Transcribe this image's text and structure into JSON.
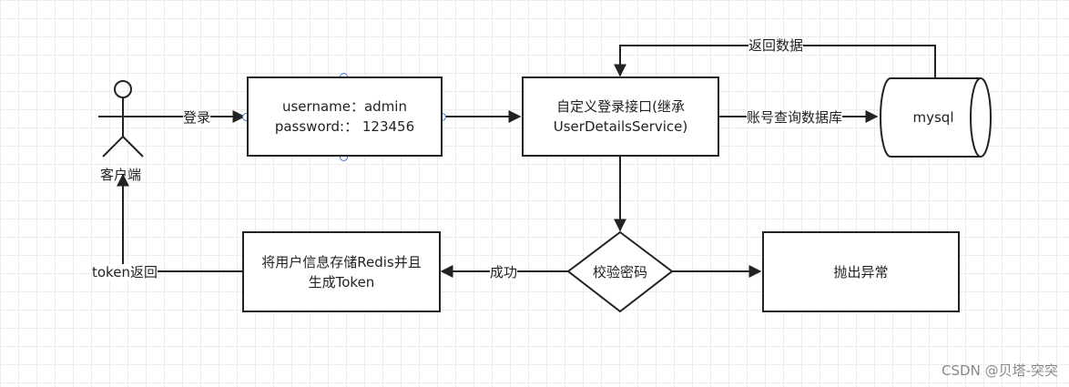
{
  "nodes": {
    "actor": "客户端",
    "credentials_line1": "username：admin",
    "credentials_line2": "password:： 123456",
    "login_api_line1": "自定义登录接口(继承",
    "login_api_line2": "UserDetailsService)",
    "mysql": "mysql",
    "check_password": "校验密码",
    "throw_exception": "抛出异常",
    "store_redis_line1": "将用户信息存储Redis并且",
    "store_redis_line2": "生成Token"
  },
  "edges": {
    "login": "登录",
    "query_db": "账号查询数据库",
    "return_data": "返回数据",
    "success": "成功",
    "token_return": "token返回"
  },
  "watermark": "CSDN @贝塔-突突"
}
